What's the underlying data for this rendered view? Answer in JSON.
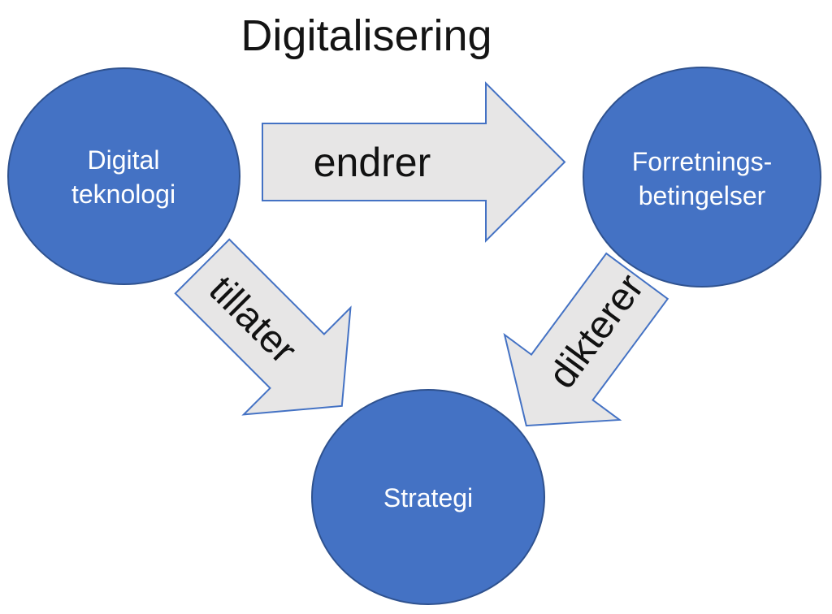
{
  "title": "Digitalisering",
  "colors": {
    "background": "#ffffff",
    "node_fill": "#4472C4",
    "node_stroke": "#2F528F",
    "node_text": "#ffffff",
    "arrow_fill": "#E7E6E6",
    "arrow_stroke": "#4472C4",
    "arrow_text": "#111111",
    "title_text": "#141414"
  },
  "nodes": {
    "digital_teknologi": {
      "line1": "Digital",
      "line2": "teknologi"
    },
    "forretningsbetingelser": {
      "line1": "Forretnings-",
      "line2": "betingelser"
    },
    "strategi": {
      "label": "Strategi"
    }
  },
  "arrows": {
    "endrer": {
      "label": "endrer",
      "from": "Digital teknologi",
      "to": "Forretningsbetingelser"
    },
    "tillater": {
      "label": "tillater",
      "from": "Digital teknologi",
      "to": "Strategi"
    },
    "dikterer": {
      "label": "dikterer",
      "from": "Forretningsbetingelser",
      "to": "Strategi"
    }
  }
}
